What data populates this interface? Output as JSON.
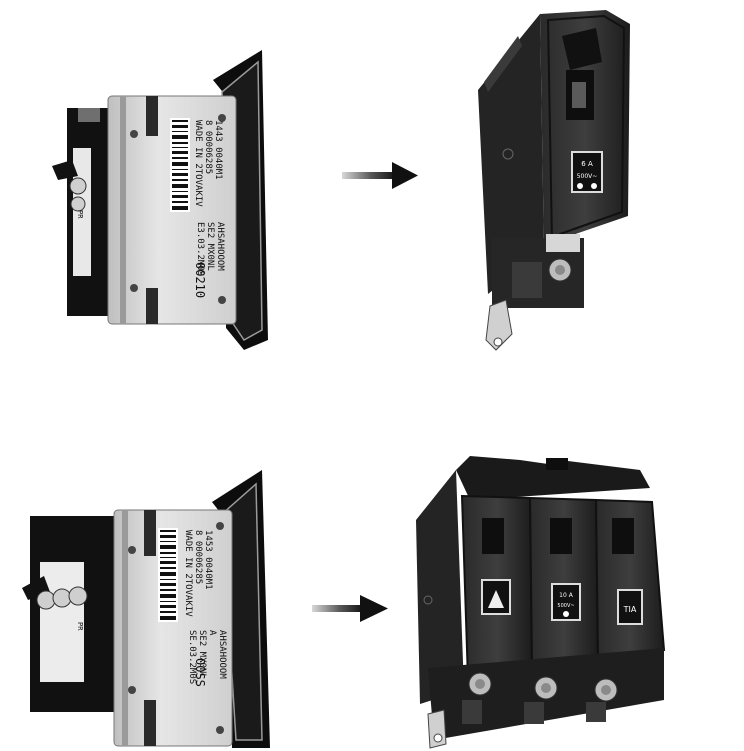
{
  "panels": [
    {
      "id": "single-pole",
      "before_text": [
        "WADE IN 2TOVAKIV",
        "8 00006285",
        "1443 0040M1",
        "E3.03.2M0S",
        "SE2 MX0NL",
        "AHSAHOOOM",
        "00210"
      ],
      "before_side_text": [
        "PR"
      ],
      "after_label": [
        "6 A",
        "500V~"
      ]
    },
    {
      "id": "three-pole",
      "before_text": [
        "WADE IN 2TOVAKIV",
        "8 00006285",
        "1453 0040M1",
        "SE.03.2M0S",
        "SE2 MX0NL",
        "A",
        "AHSAHOOOM",
        "00SS"
      ],
      "before_side_text": [
        "PR"
      ],
      "after_labels": [
        [
          "10 A",
          "500V~"
        ],
        [
          "TIA"
        ]
      ]
    }
  ]
}
